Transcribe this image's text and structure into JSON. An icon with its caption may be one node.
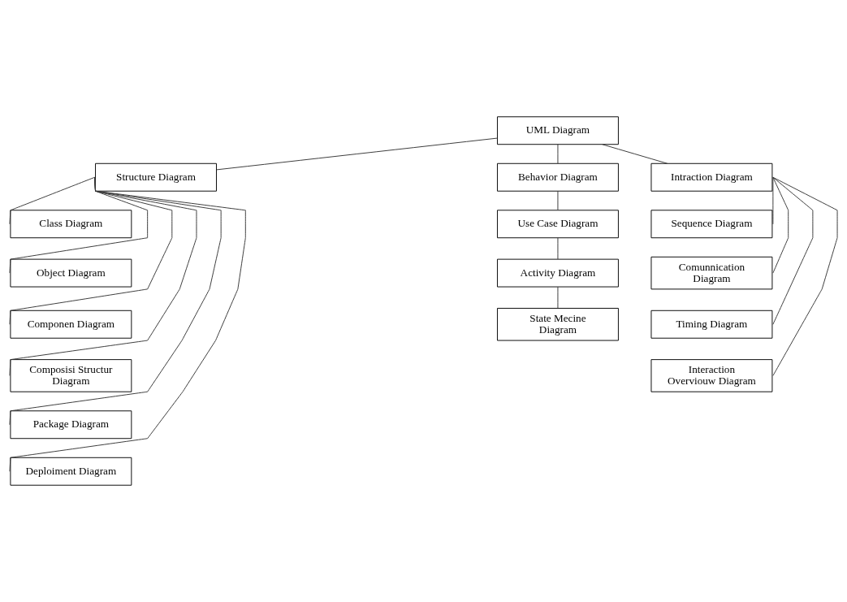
{
  "diagram": {
    "nodes": [
      {
        "text": [
          "UML Diagram"
        ]
      },
      {
        "text": [
          "Structure Diagram"
        ]
      },
      {
        "text": [
          "Behavior Diagram"
        ]
      },
      {
        "text": [
          "Intraction Diagram"
        ]
      },
      {
        "text": [
          "Class Diagram"
        ]
      },
      {
        "text": [
          "Object Diagram"
        ]
      },
      {
        "text": [
          "Componen Diagram"
        ]
      },
      {
        "text": [
          "Composisi Structur Diagram"
        ]
      },
      {
        "text": [
          "Package Diagram"
        ]
      },
      {
        "text": [
          "Deploiment Diagram"
        ]
      },
      {
        "text": [
          "Use Case Diagram"
        ]
      },
      {
        "text": [
          "Activity Diagram"
        ]
      },
      {
        "text": [
          "State Mecine Diagram"
        ]
      },
      {
        "text": [
          "Sequence Diagram"
        ]
      },
      {
        "text": [
          "Comunnication Diagram"
        ]
      },
      {
        "text": [
          "Timing Diagram"
        ]
      },
      {
        "text": [
          "Interaction Overviouw Diagram"
        ]
      }
    ],
    "edges": [
      {
        "from": 0,
        "to": 1,
        "arrow": "none"
      },
      {
        "from": 0,
        "to": 2,
        "arrow": "none"
      },
      {
        "from": 0,
        "to": 3,
        "arrow": "none"
      },
      {
        "from": 1,
        "to": 4,
        "arrow": "none"
      },
      {
        "from": 1,
        "to": 5,
        "arrow": "none"
      },
      {
        "from": 1,
        "to": 6,
        "arrow": "none"
      },
      {
        "from": 1,
        "to": 7,
        "arrow": "none"
      },
      {
        "from": 1,
        "to": 8,
        "arrow": "none"
      },
      {
        "from": 1,
        "to": 9,
        "arrow": "none"
      },
      {
        "from": 2,
        "to": 10,
        "arrow": "none"
      },
      {
        "from": 10,
        "to": 11,
        "arrow": "none"
      },
      {
        "from": 11,
        "to": 12,
        "arrow": "none"
      },
      {
        "from": 3,
        "to": 13,
        "arrow": "none"
      },
      {
        "from": 3,
        "to": 14,
        "arrow": "none"
      },
      {
        "from": 3,
        "to": 15,
        "arrow": "none"
      },
      {
        "from": 3,
        "to": 16,
        "arrow": "none"
      }
    ]
  }
}
